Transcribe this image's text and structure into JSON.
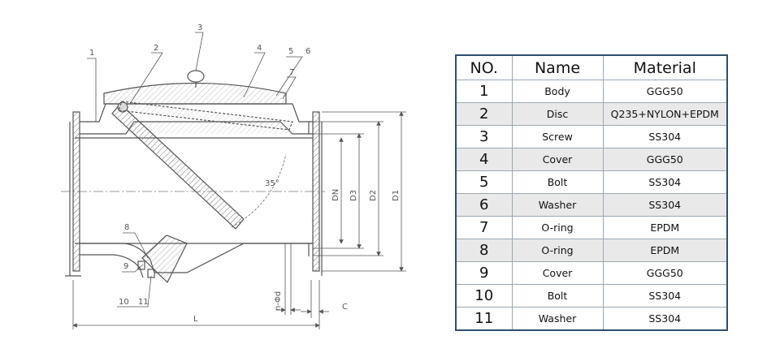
{
  "drawing": {
    "balloons": [
      "1",
      "2",
      "3",
      "4",
      "5",
      "6",
      "7",
      "8",
      "9",
      "10",
      "11"
    ],
    "dims": {
      "dn": "DN",
      "d3": "D3",
      "d2": "D2",
      "d1": "D1",
      "angle": "35°",
      "bolt_hole": "n-Φd",
      "flange_c": "C",
      "length": "L"
    }
  },
  "table": {
    "headers": [
      "NO.",
      "Name",
      "Material"
    ],
    "rows": [
      {
        "no": "1",
        "name": "Body",
        "material": "GGG50"
      },
      {
        "no": "2",
        "name": "Disc",
        "material": "Q235+NYLON+EPDM"
      },
      {
        "no": "3",
        "name": "Screw",
        "material": "SS304"
      },
      {
        "no": "4",
        "name": "Cover",
        "material": "GGG50"
      },
      {
        "no": "5",
        "name": "Bolt",
        "material": "SS304"
      },
      {
        "no": "6",
        "name": "Washer",
        "material": "SS304"
      },
      {
        "no": "7",
        "name": "O-ring",
        "material": "EPDM"
      },
      {
        "no": "8",
        "name": "O-ring",
        "material": "EPDM"
      },
      {
        "no": "9",
        "name": "Cover",
        "material": "GGG50"
      },
      {
        "no": "10",
        "name": "Bolt",
        "material": "SS304"
      },
      {
        "no": "11",
        "name": "Washer",
        "material": "SS304"
      }
    ],
    "shaded_rows": [
      2,
      4,
      6,
      8
    ]
  }
}
